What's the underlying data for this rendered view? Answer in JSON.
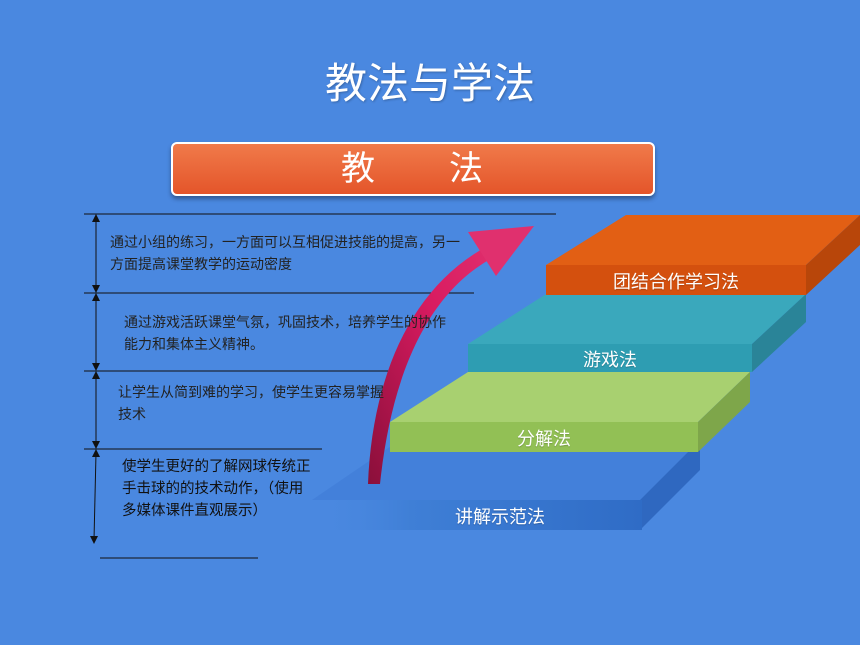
{
  "slide": {
    "title": "教法与学法",
    "banner": "教　　法"
  },
  "notes": [
    "通过小组的练习，一方面可以互相促进技能的提高，另一方面提高课堂教学的运动密度",
    "通过游戏活跃课堂气氛，巩固技术，培养学生的协作能力和集体主义精神。",
    "让学生从简到难的学习，使学生更容易掌握技术",
    "使学生更好的了解网球传统正手击球的的技术动作，（使用多媒体课件直观展示）"
  ],
  "steps": [
    {
      "label": "团结合作学习法",
      "color": "#e05a1a"
    },
    {
      "label": "游戏法",
      "color": "#34a4b8"
    },
    {
      "label": "分解法",
      "color": "#9ac462"
    },
    {
      "label": "讲解示范法",
      "color": "#4a88e0"
    }
  ]
}
